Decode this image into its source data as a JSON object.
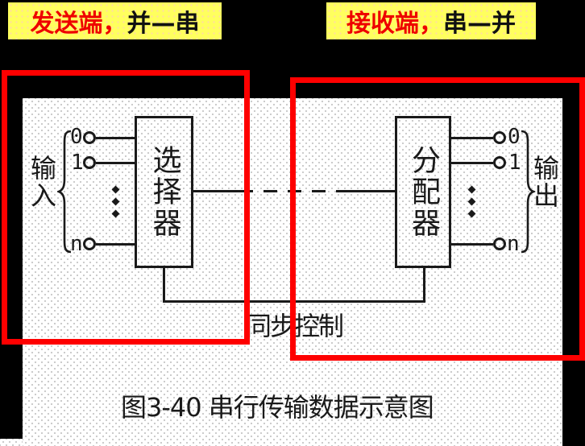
{
  "labels": {
    "sender": {
      "highlight": "发送端，",
      "rest": "并—串"
    },
    "receiver": {
      "highlight": "接收端，",
      "rest": "串—并"
    }
  },
  "diagram": {
    "selector_box": "选择器",
    "distributor_box": "分配器",
    "input_label": "输入",
    "output_label": "输出",
    "input_ports": [
      "0",
      "1",
      "n"
    ],
    "output_ports": [
      "0",
      "1",
      "n"
    ],
    "sync_label": "同步控制",
    "caption": "图3-40 串行传输数据示意图"
  },
  "colors": {
    "highlight_red": "#ee0000",
    "label_yellow": "#ffff5e",
    "annotation_red": "#fe0000",
    "ink": "#1a1a1a"
  }
}
